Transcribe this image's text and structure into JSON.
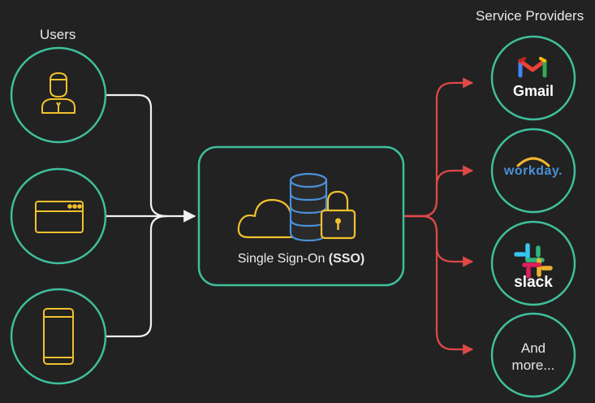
{
  "users": {
    "title": "Users",
    "items": [
      "user-icon",
      "browser-window-icon",
      "smartphone-icon"
    ]
  },
  "sso": {
    "label_prefix": "Single Sign-On ",
    "label_bold": "(SSO)",
    "icons": [
      "cloud-icon",
      "database-icon",
      "padlock-icon"
    ]
  },
  "service_providers": {
    "title": "Service Providers",
    "gmail": "Gmail",
    "workday": "workday.",
    "slack": "slack",
    "more_line1": "And",
    "more_line2": "more..."
  },
  "colors": {
    "background": "#222222",
    "circle_stroke": "#3fbf9b",
    "icon_yellow": "#f2c12e",
    "user_lines": "#f2f2f2",
    "provider_lines": "#e04848",
    "workday_blue": "#4a90d9",
    "workday_arc": "#f2b632"
  }
}
